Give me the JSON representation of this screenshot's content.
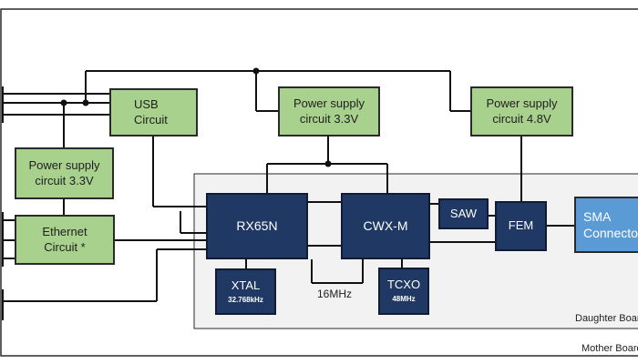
{
  "mother_board": {
    "label": "Mother Board"
  },
  "daughter_board": {
    "label": "Daughter Board"
  },
  "usb_circuit": {
    "line1": "USB",
    "line2": "Circuit"
  },
  "power_supply_left": {
    "line1": "Power supply",
    "line2": "circuit 3.3V"
  },
  "ethernet_circuit": {
    "line1": "Ethernet",
    "line2": "Circuit *"
  },
  "power_supply_mid": {
    "line1": "Power supply",
    "line2": "circuit 3.3V"
  },
  "power_supply_right": {
    "line1": "Power supply",
    "line2": "circuit 4.8V"
  },
  "rx65n": {
    "label": "RX65N"
  },
  "cwx_m": {
    "label": "CWX-M"
  },
  "saw": {
    "label": "SAW"
  },
  "fem": {
    "label": "FEM"
  },
  "sma_connector": {
    "line1": "SMA",
    "line2": "Connector"
  },
  "xtal": {
    "label": "XTAL",
    "freq": "32.768kHz"
  },
  "tcxo": {
    "label": "TCXO",
    "freq": "48MHz"
  },
  "clock_label": "16MHz",
  "colors": {
    "green_block": "#a9d18e",
    "navy_block": "#203864",
    "blue_block": "#5b9bd5",
    "daughter_board_fill": "#f2f2f2"
  }
}
